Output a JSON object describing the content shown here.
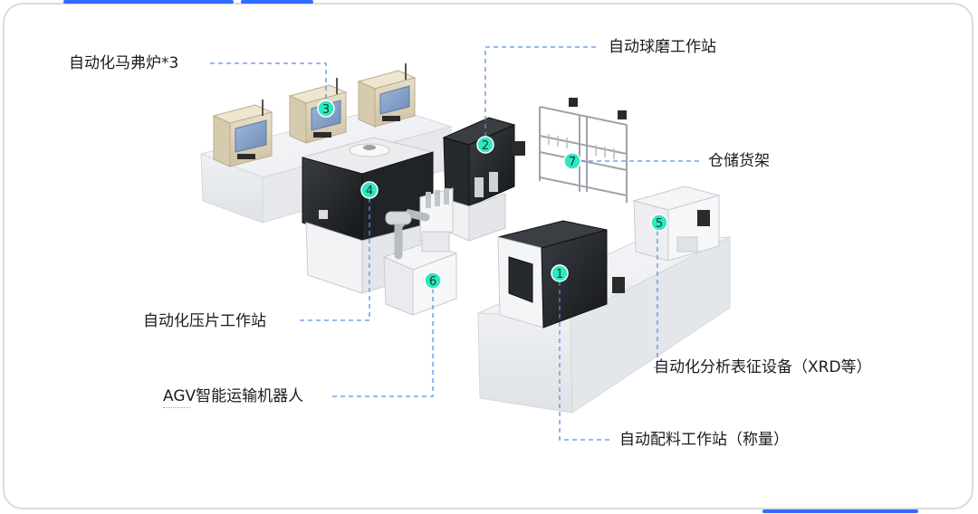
{
  "colors": {
    "accent": "#2f6bff",
    "marker_fill": "#2ee8c2",
    "leader": "#5b8fe8",
    "frame": "#d9dbe0"
  },
  "labels": {
    "muffle": "自动化马弗炉*3",
    "ball_mill": "自动球磨工作站",
    "shelf": "仓储货架",
    "press": "自动化压片工作站",
    "agv": "AGV智能运输机器人",
    "xrd": "自动化分析表征设备（XRD等）",
    "dosing": "自动配料工作站（称量）"
  },
  "markers": [
    "1",
    "2",
    "3",
    "4",
    "5",
    "6",
    "7"
  ]
}
